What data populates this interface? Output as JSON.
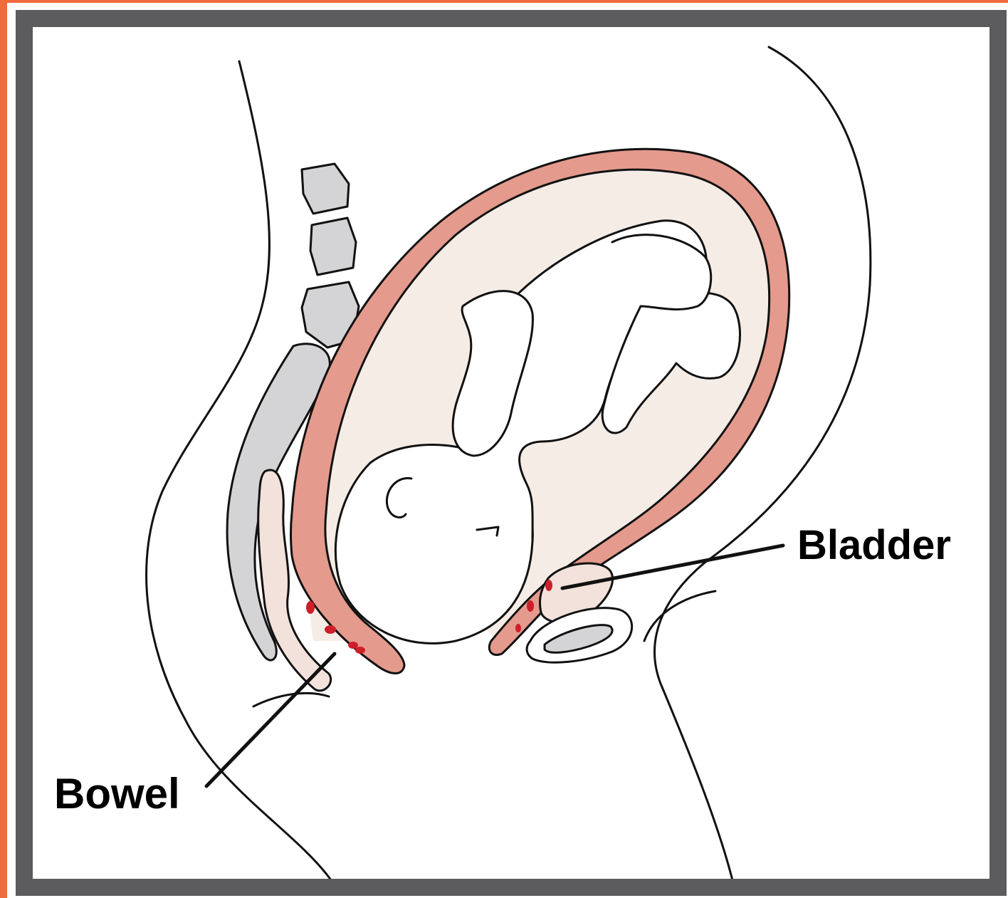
{
  "labels": {
    "bladder": "Bladder",
    "bowel": "Bowel"
  },
  "colors": {
    "accent_border": "#f06a3c",
    "frame": "#5c5c5e",
    "uterus_wall": "#e49a8c",
    "amniotic_fill": "#f5ece6",
    "bone": "#d4d4d6",
    "vessel_dots": "#cc1f2a",
    "outline": "#111111"
  },
  "icons": [
    "spine-vertebrae",
    "uterus",
    "fetus",
    "bladder",
    "bowel",
    "pubic-bone"
  ]
}
